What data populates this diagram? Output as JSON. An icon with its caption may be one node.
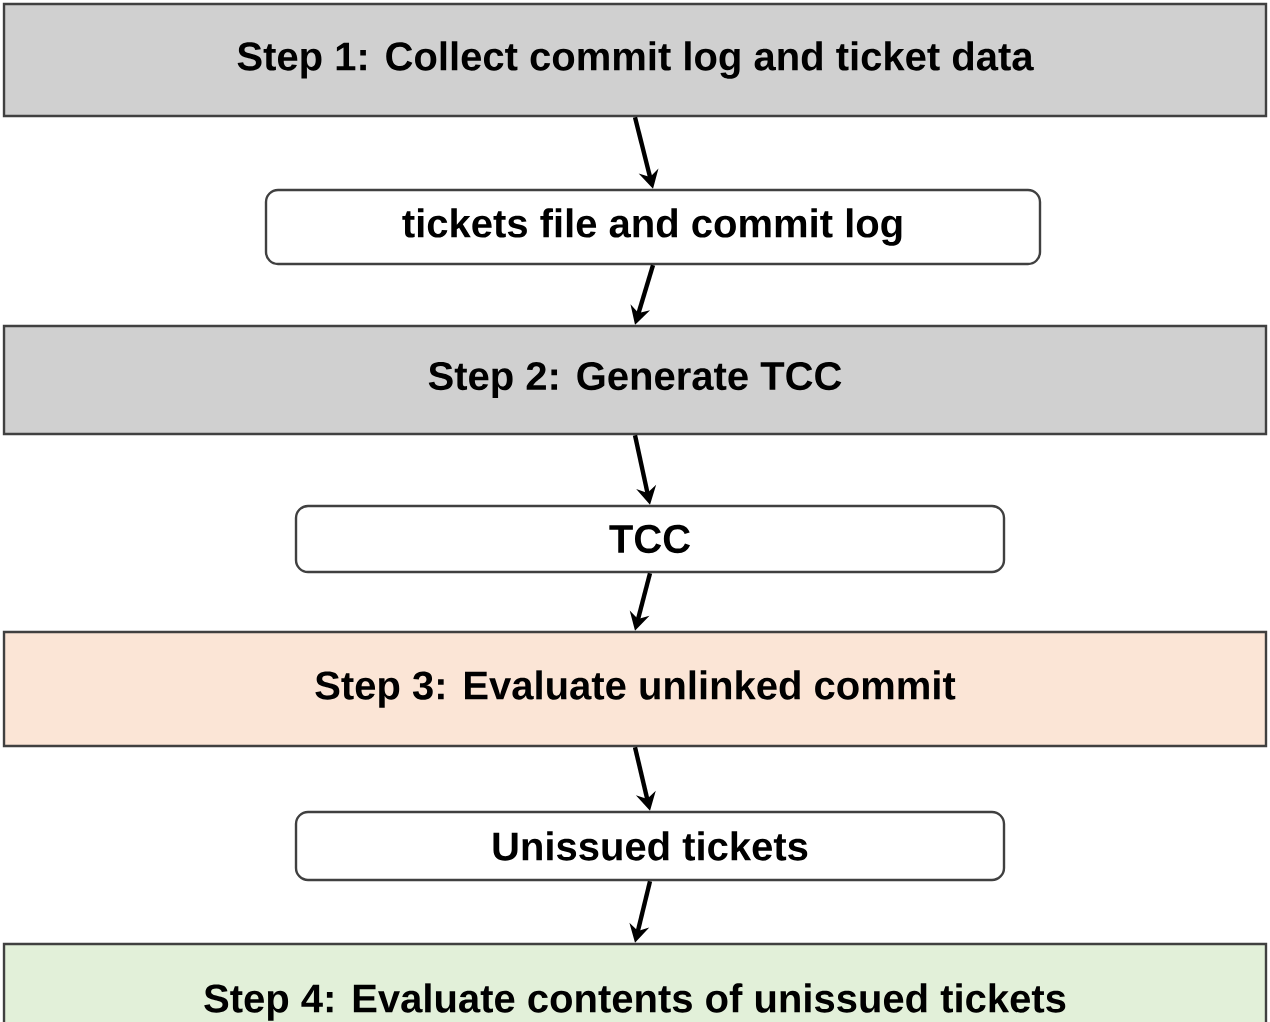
{
  "diagram": {
    "nodes": [
      {
        "text": [
          "Step 1: Collect commit log and ticket data"
        ]
      },
      {
        "text": [
          "tickets file and commit log"
        ]
      },
      {
        "text": [
          "Step 2: Generate TCC"
        ]
      },
      {
        "text": [
          "TCC"
        ]
      },
      {
        "text": [
          "Step 3: Evaluate unlinked commit"
        ]
      },
      {
        "text": [
          "Unissued tickets"
        ]
      },
      {
        "text": [
          "Step 4: Evaluate contents of unissued tickets"
        ]
      }
    ],
    "edges": [
      {
        "from": 0,
        "to": 1,
        "arrow": "to"
      },
      {
        "from": 1,
        "to": 2,
        "arrow": "to"
      },
      {
        "from": 2,
        "to": 3,
        "arrow": "to"
      },
      {
        "from": 3,
        "to": 4,
        "arrow": "to"
      },
      {
        "from": 4,
        "to": 5,
        "arrow": "to"
      },
      {
        "from": 5,
        "to": 6,
        "arrow": "to"
      }
    ]
  }
}
